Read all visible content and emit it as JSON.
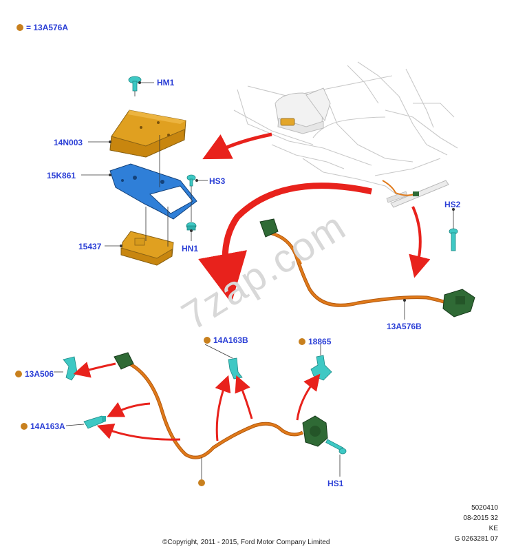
{
  "legend": {
    "equals": "=",
    "part": "13A576A"
  },
  "callouts": {
    "hm1": "HM1",
    "n14n003": "14N003",
    "k15k861": "15K861",
    "hs3": "HS3",
    "p15437": "15437",
    "hn1": "HN1",
    "hs2": "HS2",
    "a13a576b": "13A576B",
    "a14a163b": "14A163B",
    "p18865": "18865",
    "a13a506": "13A506",
    "a14a163a": "14A163A",
    "hs1": "HS1"
  },
  "watermark": "7zap.com",
  "meta": {
    "line1": "5020410",
    "line2": "08-2015 32",
    "line3": "KE",
    "line4": "G 0263281 07"
  },
  "copyright": "©Copyright, 2011 - 2015, Ford Motor Company Limited",
  "colors": {
    "label": "#2b3fd6",
    "arrow": "#e8221c",
    "harness": "#e07a1a",
    "connector": "#2f6a35",
    "fastener": "#3ec8c4",
    "housing": "#e0a020",
    "bracket": "#2f7fd8",
    "partdot": "#c8801e"
  }
}
